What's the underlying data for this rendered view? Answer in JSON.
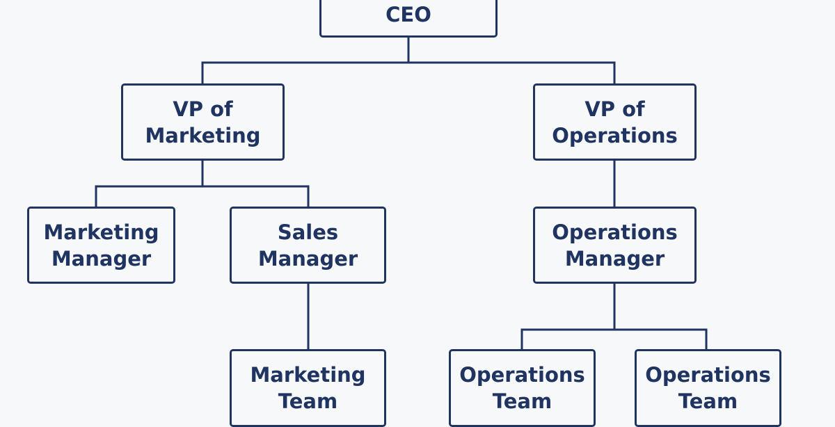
{
  "colors": {
    "background": "#f7f8fa",
    "box_border": "#1f3461",
    "text": "#1f3461",
    "connector": "#1f3461"
  },
  "nodes": {
    "ceo": "CEO",
    "vp_marketing": "VP of\nMarketing",
    "vp_operations": "VP of\nOperations",
    "marketing_manager": "Marketing\nManager",
    "sales_manager": "Sales\nManager",
    "operations_manager": "Operations\nManager",
    "marketing_team": "Marketing\nTeam",
    "operations_team_1": "Operations\nTeam",
    "operations_team_2": "Operations\nTeam"
  }
}
